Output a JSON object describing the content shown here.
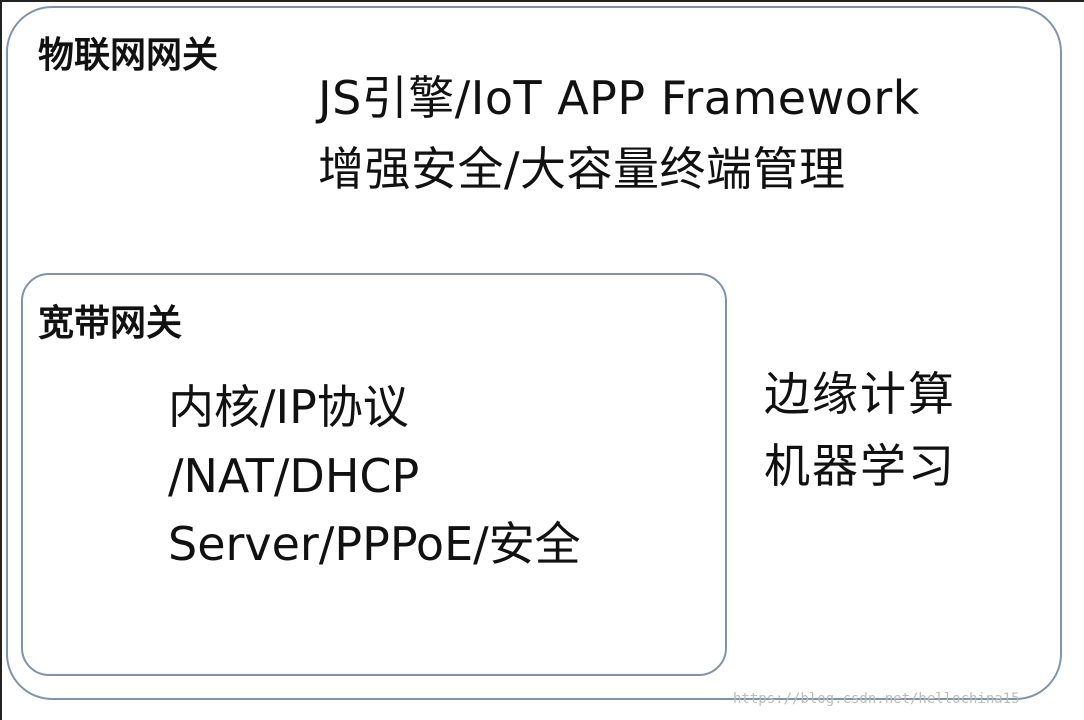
{
  "diagram": {
    "outer_box": {
      "title": "物联网网关",
      "features": [
        "JS引擎/IoT APP Framework",
        "增强安全/大容量终端管理"
      ],
      "right_features": [
        "边缘计算",
        "机器学习"
      ]
    },
    "inner_box": {
      "title": "宽带网关",
      "features": [
        "内核/IP协议",
        "/NAT/DHCP",
        "Server/PPPoE/安全"
      ]
    },
    "watermark": "https://blog.csdn.net/hellochina15",
    "colors": {
      "box_border": "#7f93a9",
      "text": "#111111",
      "watermark": "#bcbcbc",
      "frame": "#222222"
    }
  }
}
